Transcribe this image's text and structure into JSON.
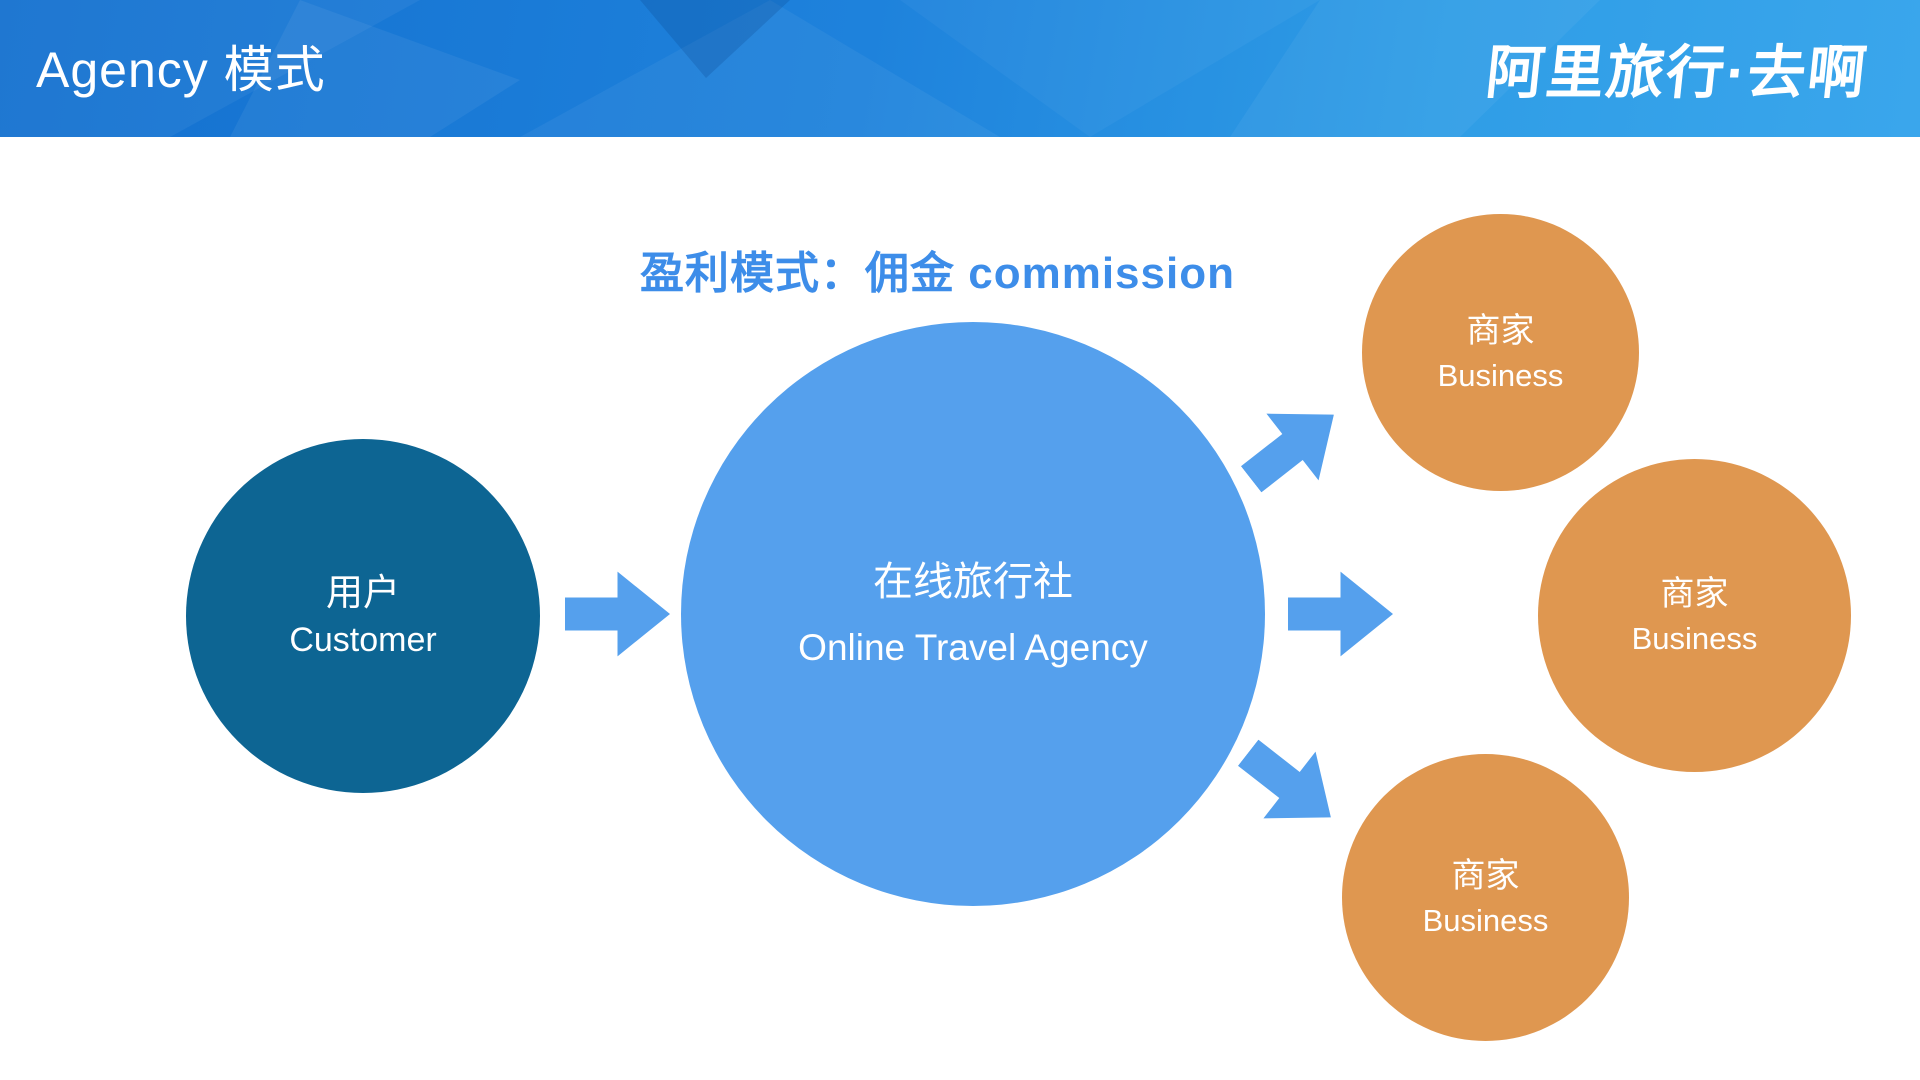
{
  "header": {
    "title": "Agency 模式",
    "logo": "阿里旅行·去啊"
  },
  "diagram": {
    "subtitle": "盈利模式：佣金 commission",
    "nodes": {
      "customer": {
        "zh": "用户",
        "en": "Customer"
      },
      "ota": {
        "zh": "在线旅行社",
        "en": "Online Travel Agency"
      },
      "business_top": {
        "zh": "商家",
        "en": "Business"
      },
      "business_right": {
        "zh": "商家",
        "en": "Business"
      },
      "business_bottom": {
        "zh": "商家",
        "en": "Business"
      }
    },
    "colors": {
      "customer": "#0d6593",
      "ota": "#55a0ed",
      "business": "#df9750",
      "arrow": "#55a0ed",
      "subtitle": "#3d8de9",
      "header_left": "#1470cf",
      "header_right": "#3aa6ec"
    }
  }
}
